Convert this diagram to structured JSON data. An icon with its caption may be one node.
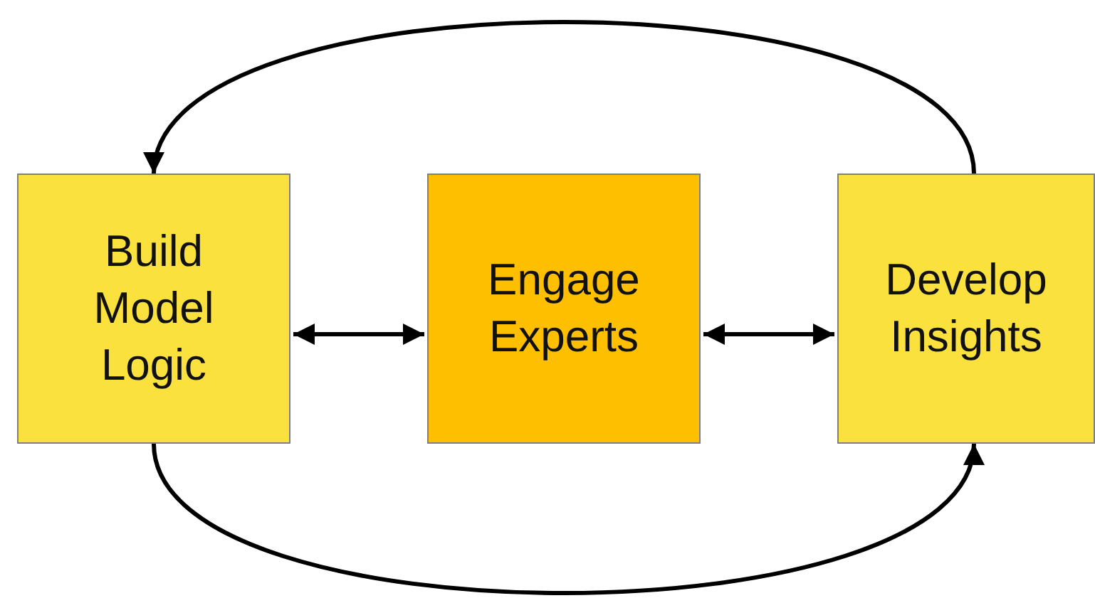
{
  "diagram": {
    "nodes": [
      {
        "text": [
          "Build Model Logic"
        ]
      },
      {
        "text": [
          "Engage Experts"
        ]
      },
      {
        "text": [
          "Develop Insights"
        ]
      }
    ],
    "edges": [
      {
        "from": 0,
        "to": 1,
        "arrow": "both"
      },
      {
        "from": 1,
        "to": 2,
        "arrow": "both"
      },
      {
        "from": 2,
        "to": 0,
        "arrow": "to"
      },
      {
        "from": 0,
        "to": 2,
        "arrow": "to"
      }
    ]
  }
}
